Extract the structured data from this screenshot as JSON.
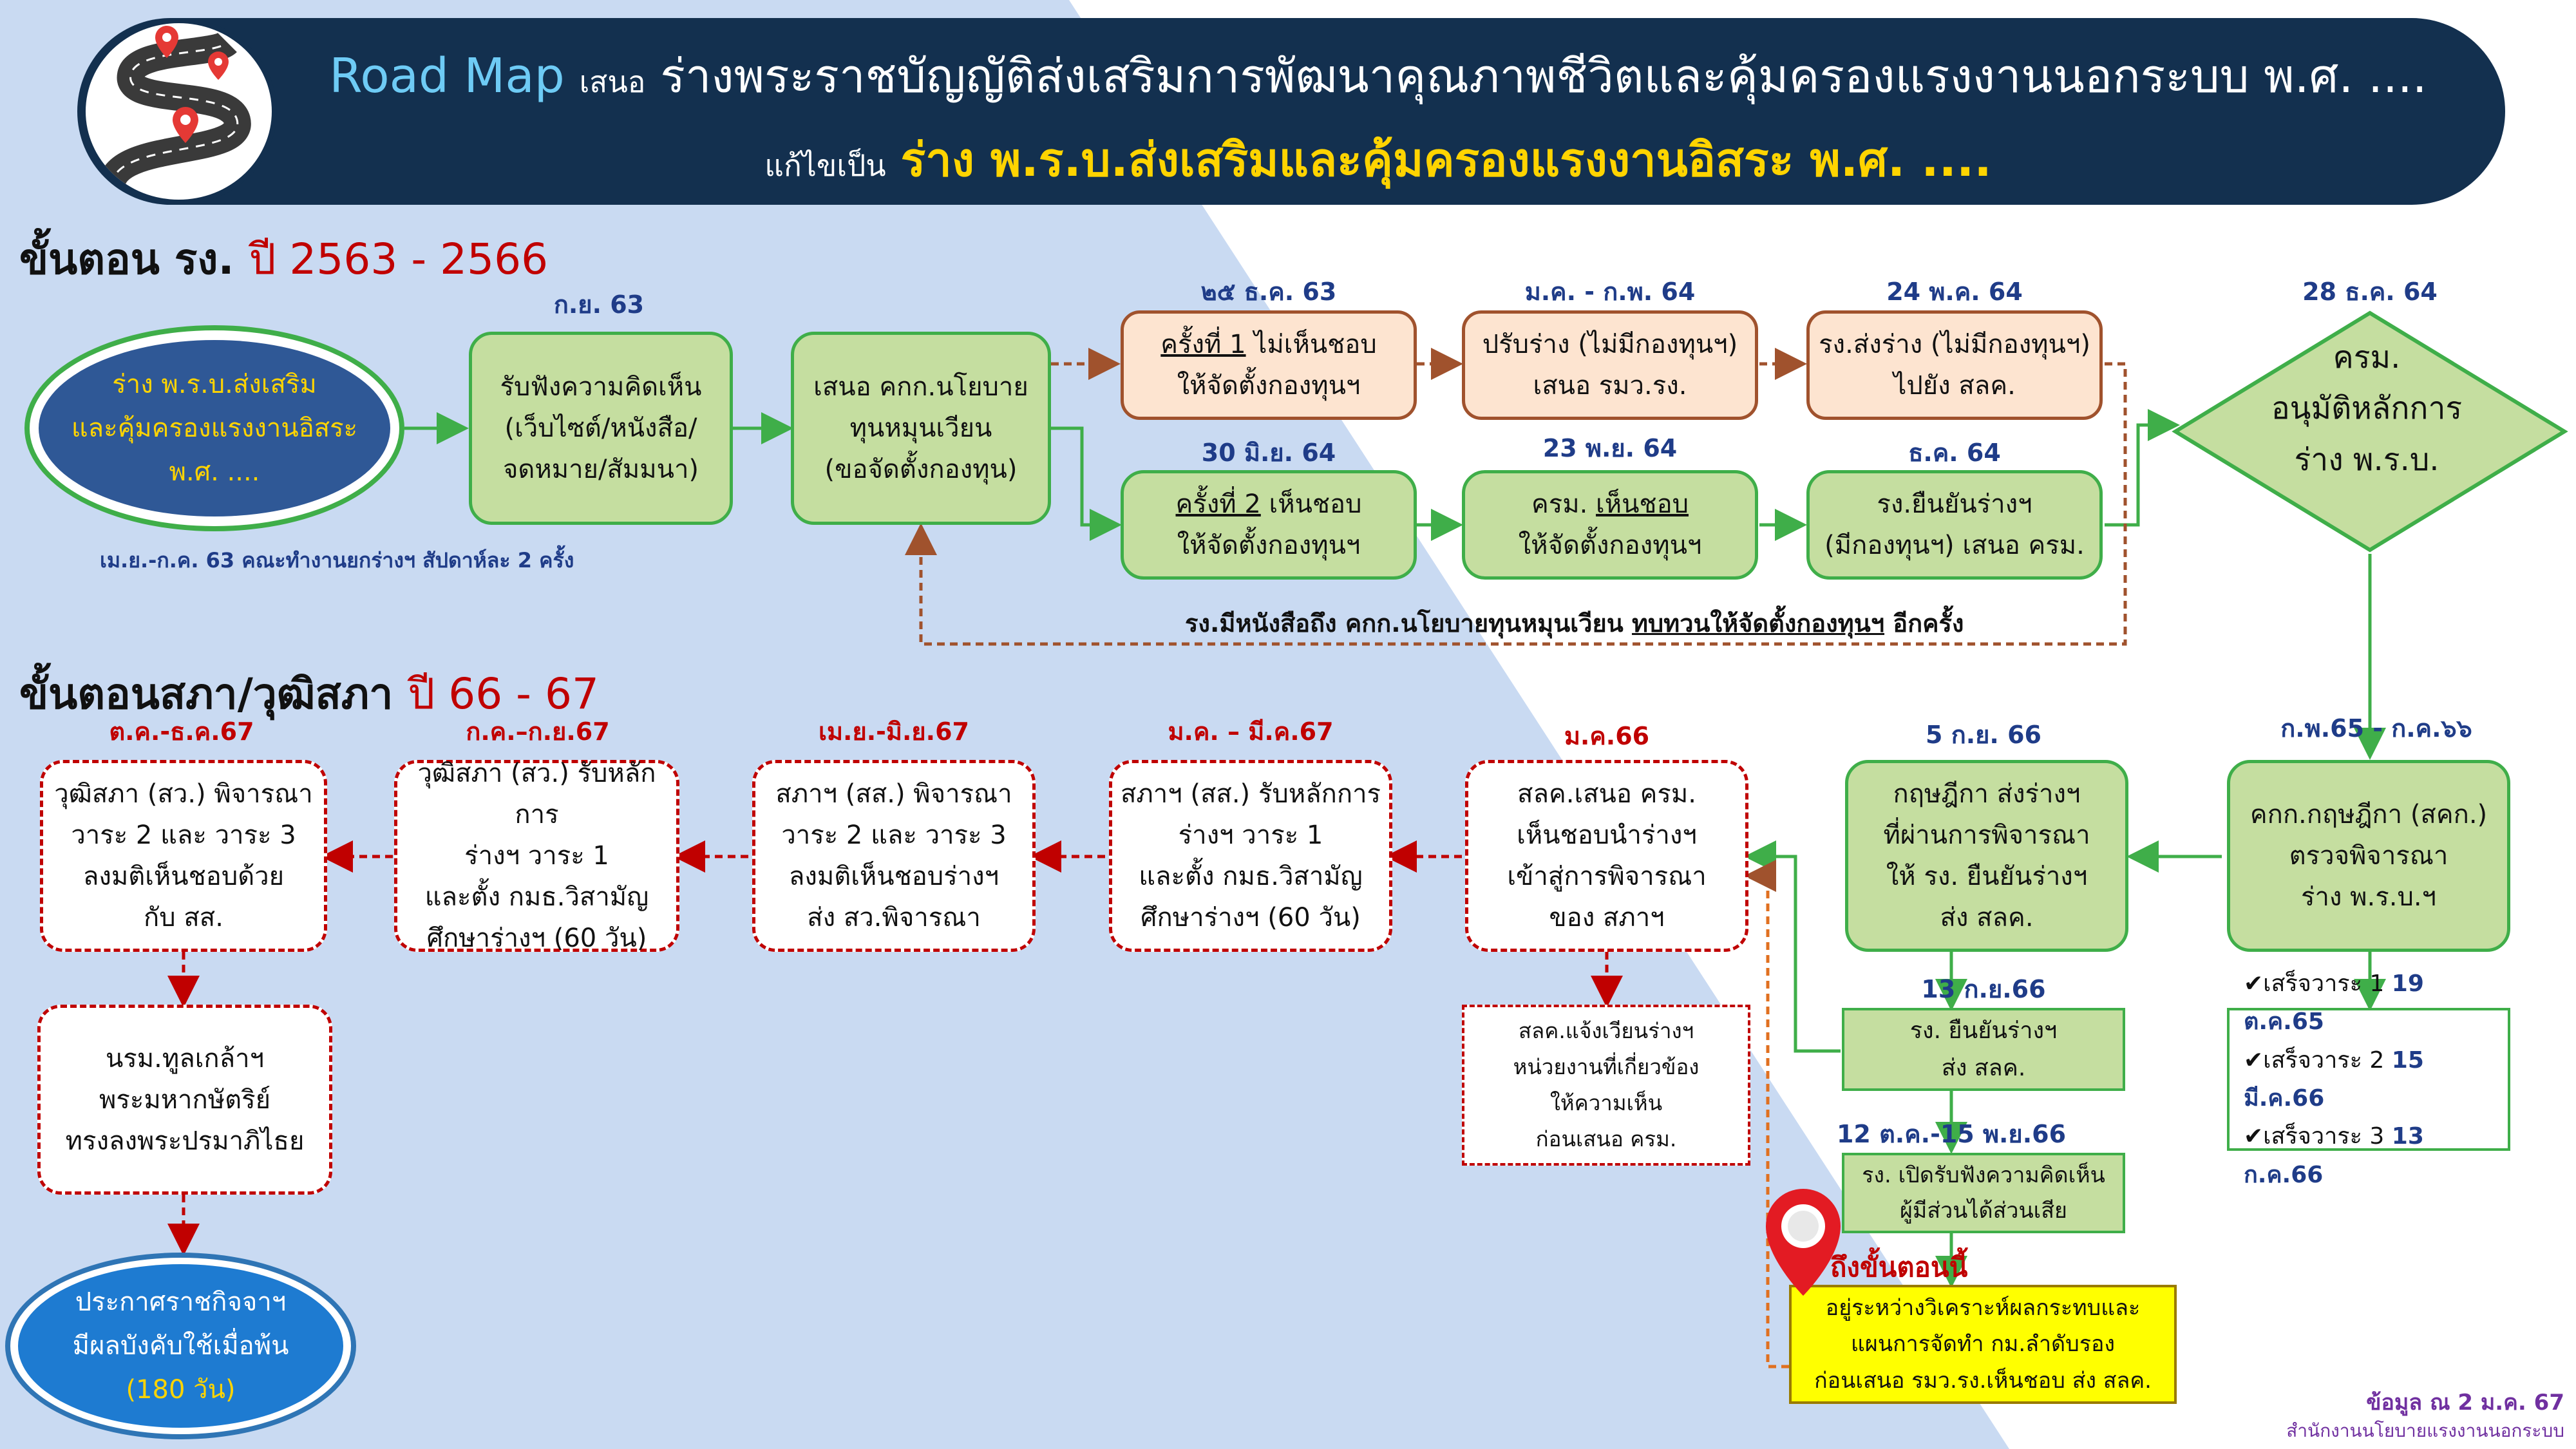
{
  "header": {
    "brand": "Road Map",
    "propose": "เสนอ",
    "title": "ร่างพระราชบัญญัติส่งเสริมการพัฒนาคุณภาพชีวิตและคุ้มครองแรงงานนอกระบบ พ.ศ. ....",
    "revise_prefix": "แก้ไขเป็น",
    "revised_title": "ร่าง พ.ร.บ.ส่งเสริมและคุ้มครองแรงงานอิสระ พ.ศ. ...."
  },
  "section1": {
    "title": "ขั้นตอน รง.",
    "years": "ปี 2563 - 2566"
  },
  "section2": {
    "title": "ขั้นตอนสภา/วุฒิสภา",
    "years": "ปี 66 - 67"
  },
  "start": {
    "line1": "ร่าง พ.ร.บ.ส่งเสริม",
    "line2": "และคุ้มครองแรงงานอิสระ",
    "line3": "พ.ศ. ....",
    "note": "เม.ย.-ก.ค. 63 คณะทำงานยกร่างฯ สัปดาห์ละ 2 ครั้ง"
  },
  "hearing": {
    "date": "ก.ย. 63",
    "line1": "รับฟังความคิดเห็น",
    "line2": "(เว็บไซต์/หนังสือ/",
    "line3": "จดหมาย/สัมมนา)"
  },
  "propose_fund": {
    "line1": "เสนอ คกก.นโยบาย",
    "line2": "ทุนหมุนเวียน",
    "line3": "(ขอจัดตั้งกองทุน)"
  },
  "round1": {
    "date": "๒๕ ธ.ค. 63",
    "label": "ครั้งที่ 1",
    "line1_rest": " ไม่เห็นชอบ",
    "line2": "ให้จัดตั้งกองทุนฯ"
  },
  "revise_draft": {
    "date": "ม.ค. - ก.พ. 64",
    "line1": "ปรับร่าง (ไม่มีกองทุนฯ)",
    "line2": "เสนอ รมว.รง."
  },
  "send_draft": {
    "date": "24  พ.ค. 64",
    "line1": "รง.ส่งร่าง (ไม่มีกองทุนฯ)",
    "line2": "ไปยัง สลค."
  },
  "round2": {
    "date": "30 มิ.ย. 64",
    "label": "ครั้งที่ 2",
    "line1_rest": " เห็นชอบ",
    "line2": "ให้จัดตั้งกองทุนฯ"
  },
  "cabinet_approve_fund": {
    "date": "23 พ.ย. 64",
    "prefix": "ครม. ",
    "label": "เห็นชอบ",
    "line2": "ให้จัดตั้งกองทุนฯ"
  },
  "confirm_draft": {
    "date": "ธ.ค. 64",
    "line1": "รง.ยืนยันร่างฯ",
    "line2": "(มีกองทุนฯ) เสนอ ครม."
  },
  "cabinet": {
    "date": "28 ธ.ค. 64",
    "line1": "ครม.",
    "line2": "อนุมัติหลักการ",
    "line3": "ร่าง พ.ร.บ."
  },
  "loop_note": {
    "prefix": "รง.มีหนังสือถึง คกก.นโยบายทุนหมุนเวียน ",
    "underlined": "ทบทวนให้จัดตั้งกองทุนฯ",
    "suffix": " อีกครั้ง"
  },
  "council_review": {
    "date": "ก.พ.65 - ก.ค.๖๖",
    "line1": "คกก.กฤษฎีกา (สคก.)",
    "line2": "ตรวจพิจารณา",
    "line3": "ร่าง พ.ร.บ.ฯ"
  },
  "council_checks": [
    {
      "text": "เสร็จวาระ 1 ",
      "date": "19 ต.ค.65"
    },
    {
      "text": "เสร็จวาระ 2 ",
      "date": "15 มี.ค.66"
    },
    {
      "text": "เสร็จวาระ 3 ",
      "date": "13 ก.ค.66"
    }
  ],
  "council_send": {
    "date": "5 ก.ย. 66",
    "line1": "กฤษฎีกา ส่งร่างฯ",
    "line2": "ที่ผ่านการพิจารณา",
    "line3": "ให้ รง. ยืนยันร่างฯ",
    "line4": "ส่ง สลค."
  },
  "mol_confirm": {
    "date": "13 ก.ย.66",
    "line1": "รง. ยืนยันร่างฯ",
    "line2": "ส่ง สลค."
  },
  "public_hearing": {
    "date": "12 ต.ค.-15 พ.ย.66",
    "line1": "รง. เปิดรับฟังความคิดเห็น",
    "line2": "ผู้มีส่วนได้ส่วนเสีย"
  },
  "you_are_here": {
    "label": "ถึงขั้นตอนนี้",
    "line1": "อยู่ระหว่างวิเคราะห์ผลกระทบและ",
    "line2": "แผนการจัดทำ กม.ลำดับรอง",
    "line3": "ก่อนเสนอ รมว.รง.เห็นชอบ ส่ง สลค."
  },
  "soc_propose": {
    "date": "ม.ค.66",
    "line1": "สลค.เสนอ ครม.",
    "line2": "เห็นชอบนำร่างฯ",
    "line3": "เข้าสู่การพิจารณา",
    "line4": "ของ สภาฯ"
  },
  "soc_circulate": {
    "line1": "สลค.แจ้งเวียนร่างฯ",
    "line2": "หน่วยงานที่เกี่ยวข้อง",
    "line3": "ให้ความเห็น",
    "line4": "ก่อนเสนอ ครม."
  },
  "house_r1": {
    "date": "ม.ค. – มี.ค.67",
    "line1": "สภาฯ (สส.) รับหลักการ",
    "line2": "ร่างฯ วาระ 1",
    "line3": "และตั้ง กมธ.วิสามัญ",
    "line4": "ศึกษาร่างฯ (60 วัน)"
  },
  "house_r23": {
    "date": "เม.ย.-มิ.ย.67",
    "line1": "สภาฯ (สส.) พิจารณา",
    "line2": "วาระ 2 และ วาระ 3",
    "line3": "ลงมติเห็นชอบร่างฯ",
    "line4": "ส่ง สว.พิจารณา"
  },
  "senate_r1": {
    "date": "ก.ค.–ก.ย.67",
    "line1": "วุฒิสภา (สว.) รับหลักการ",
    "line2": "ร่างฯ วาระ 1",
    "line3": "และตั้ง กมธ.วิสามัญ",
    "line4": "ศึกษาร่างฯ (60 วัน)"
  },
  "senate_r23": {
    "date": "ต.ค.-ธ.ค.67",
    "line1": "วุฒิสภา (สว.) พิจารณา",
    "line2": "วาระ 2 และ วาระ 3",
    "line3": "ลงมติเห็นชอบด้วย",
    "line4": "กับ สส."
  },
  "royal_assent": {
    "line1": "นรม.ทูลเกล้าฯ",
    "line2": "พระมหากษัตริย์",
    "line3": "ทรงลงพระปรมาภิไธย"
  },
  "gazette": {
    "line1": "ประกาศราชกิจจาฯ",
    "line2": "มีผลบังคับใช้เมื่อพ้น",
    "line3": "(180 วัน)"
  },
  "footer": {
    "data_as_of": "ข้อมูล ณ 2 ม.ค. 67",
    "office": "สำนักงานนโยบายแรงงานนอกระบบ"
  },
  "colors": {
    "navy": "#13304f",
    "green": "#3fae49",
    "green_fill": "#c5dea0",
    "red": "#c00000",
    "brown": "#a0522d",
    "yellow": "#ffff00",
    "sky": "#c9daf2"
  },
  "icons": [
    "road-map-icon",
    "map-pin-icon",
    "checkmark-icon"
  ]
}
